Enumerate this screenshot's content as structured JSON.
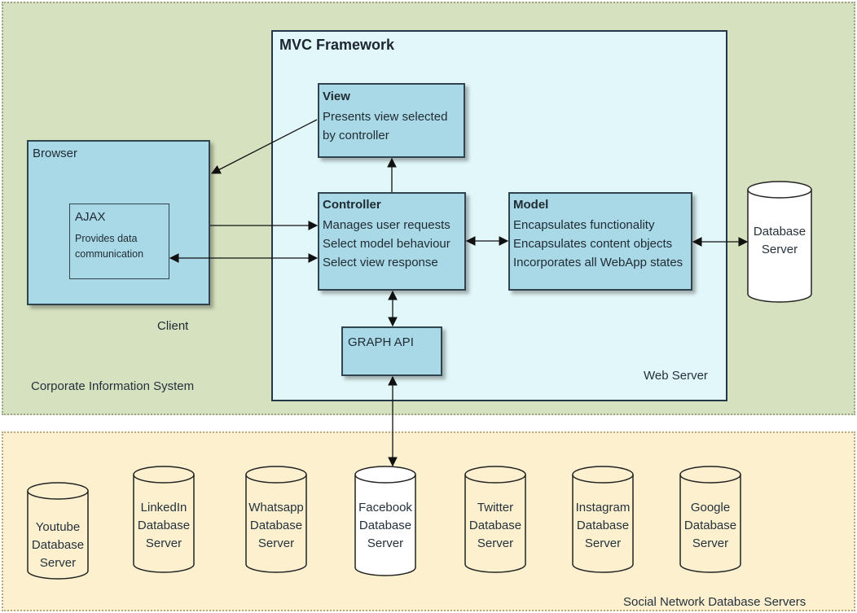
{
  "regions": {
    "corporate": "Corporate Information System",
    "social": "Social Network Database Servers"
  },
  "mvc": {
    "title": "MVC Framework",
    "server_label": "Web Server"
  },
  "browser": {
    "title": "Browser",
    "client_label": "Client",
    "ajax_title": "AJAX",
    "ajax_desc": [
      "Provides data",
      "communication"
    ]
  },
  "view": {
    "title": "View",
    "lines": [
      "Presents view selected",
      "by controller"
    ]
  },
  "controller": {
    "title": "Controller",
    "lines": [
      "Manages user requests",
      "Select model behaviour",
      "Select view response"
    ]
  },
  "model": {
    "title": "Model",
    "lines": [
      "Encapsulates functionality",
      "Encapsulates content objects",
      "Incorporates all WebApp states"
    ]
  },
  "graph_api": "GRAPH API",
  "database_server": [
    "Database",
    "Server"
  ],
  "social_dbs": [
    {
      "name": "Youtube",
      "l2": "Database",
      "l3": "Server"
    },
    {
      "name": "LinkedIn",
      "l2": "Database",
      "l3": "Server"
    },
    {
      "name": "Whatsapp",
      "l2": "Database",
      "l3": "Server"
    },
    {
      "name": "Facebook",
      "l2": "Database",
      "l3": "Server"
    },
    {
      "name": "Twitter",
      "l2": "Database",
      "l3": "Server"
    },
    {
      "name": "Instagram",
      "l2": "Database",
      "l3": "Server"
    },
    {
      "name": "Google",
      "l2": "Database",
      "l3": "Server"
    }
  ],
  "colors": {
    "corporate_bg": "#d6e2bf",
    "social_bg": "#fdf0cf",
    "mvc_bg": "#e2f7f9",
    "box_fill": "#a9d9e6",
    "cylinder_fill": "#fdf0cf"
  }
}
